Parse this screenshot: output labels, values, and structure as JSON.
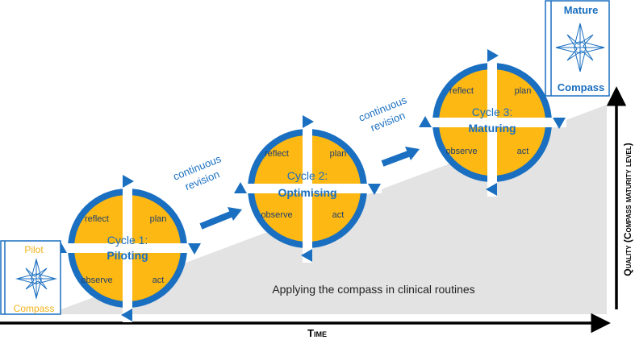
{
  "colors": {
    "cycle_fill": "#FDB813",
    "cycle_ring": "#1A6FC0",
    "label_blue": "#1A6FC0",
    "pilot_text": "#F2B31A",
    "wedge_fill": "#E3E3E3",
    "axis": "#000000"
  },
  "cycles": [
    {
      "reflect": "reflect",
      "plan": "plan",
      "observe": "observe",
      "act": "act",
      "title": "Cycle 1:",
      "name": "Piloting"
    },
    {
      "reflect": "reflect",
      "plan": "plan",
      "observe": "observe",
      "act": "act",
      "title": "Cycle 2:",
      "name": "Optimising"
    },
    {
      "reflect": "reflect",
      "plan": "plan",
      "observe": "observe",
      "act": "act",
      "title": "Cycle 3:",
      "name": "Maturing"
    }
  ],
  "revisions": [
    {
      "line1": "continuous",
      "line2": "revision"
    },
    {
      "line1": "continuous",
      "line2": "revision"
    }
  ],
  "pilot_compass": {
    "top": "Pilot",
    "bottom": "Compass",
    "icon": "compass-rose-icon"
  },
  "mature_compass": {
    "top": "Mature",
    "bottom": "Compass",
    "icon": "compass-rose-icon"
  },
  "wedge_caption": "Applying the compass in clinical routines",
  "x_axis_label": "Time",
  "y_axis_label": "Quality (Compass maturity level)"
}
